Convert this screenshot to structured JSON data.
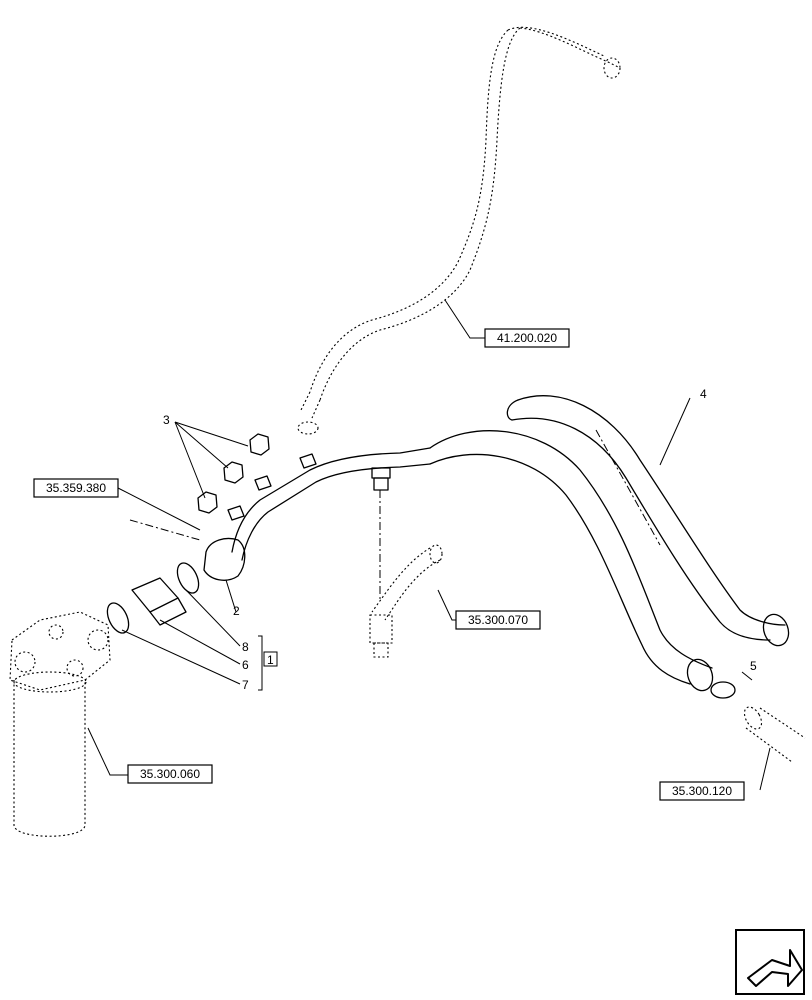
{
  "references": {
    "r1": "41.200.020",
    "r2": "35.359.380",
    "r3": "35.300.070",
    "r4": "35.300.060",
    "r5": "35.300.120"
  },
  "callouts": {
    "c1": "1",
    "c2": "2",
    "c3": "3",
    "c4": "4",
    "c5": "5",
    "c6": "6",
    "c7": "7",
    "c8": "8"
  },
  "icons": {
    "nav": "next-page-arrow-icon"
  }
}
